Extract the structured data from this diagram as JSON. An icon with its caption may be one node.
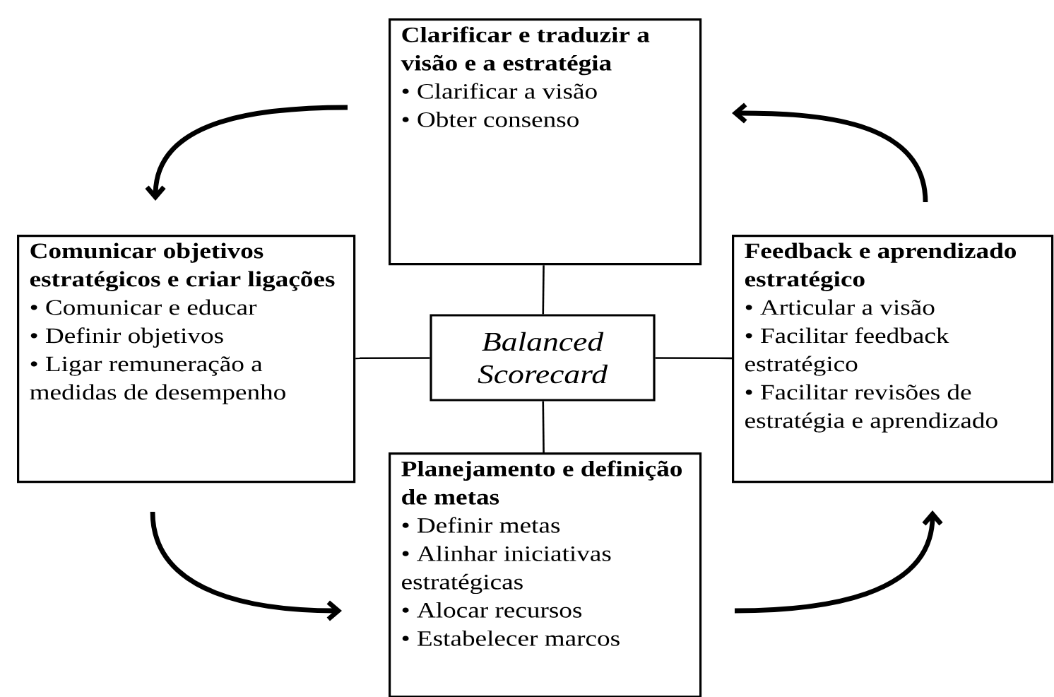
{
  "diagram": {
    "nodes": [
      {
        "text": [
          "Clarificar e traduzir a visão e a estratégia",
          "• Clarificar a visão",
          "• Obter consenso"
        ]
      },
      {
        "text": [
          "Comunicar objetivos estratégicos e criar ligações",
          "• Comunicar e educar",
          "• Definir objetivos",
          "• Ligar remuneração a medidas de desempenho"
        ]
      },
      {
        "text": [
          "Balanced Scorecard"
        ]
      },
      {
        "text": [
          "Feedback e aprendizado estratégico",
          "• Articular a visão",
          "• Facilitar feedback estratégico",
          "• Facilitar revisões de estratégia e aprendizado"
        ]
      },
      {
        "text": [
          "Planejamento e definição de metas",
          "• Definir metas",
          "• Alinhar iniciativas estratégicas",
          "• Alocar recursos",
          "• Estabelecer marcos"
        ]
      }
    ],
    "edges": [
      {
        "from": 2,
        "to": 0,
        "arrow": "none"
      },
      {
        "from": 2,
        "to": 1,
        "arrow": "none"
      },
      {
        "from": 2,
        "to": 3,
        "arrow": "none"
      },
      {
        "from": 2,
        "to": 4,
        "arrow": "none"
      },
      {
        "from": 0,
        "to": 1,
        "arrow": "to",
        "style": "thick"
      },
      {
        "from": 1,
        "to": 4,
        "arrow": "to",
        "style": "thick"
      },
      {
        "from": 4,
        "to": 3,
        "arrow": "to",
        "style": "thick"
      },
      {
        "from": 3,
        "to": 0,
        "arrow": "to",
        "style": "thick"
      }
    ]
  }
}
